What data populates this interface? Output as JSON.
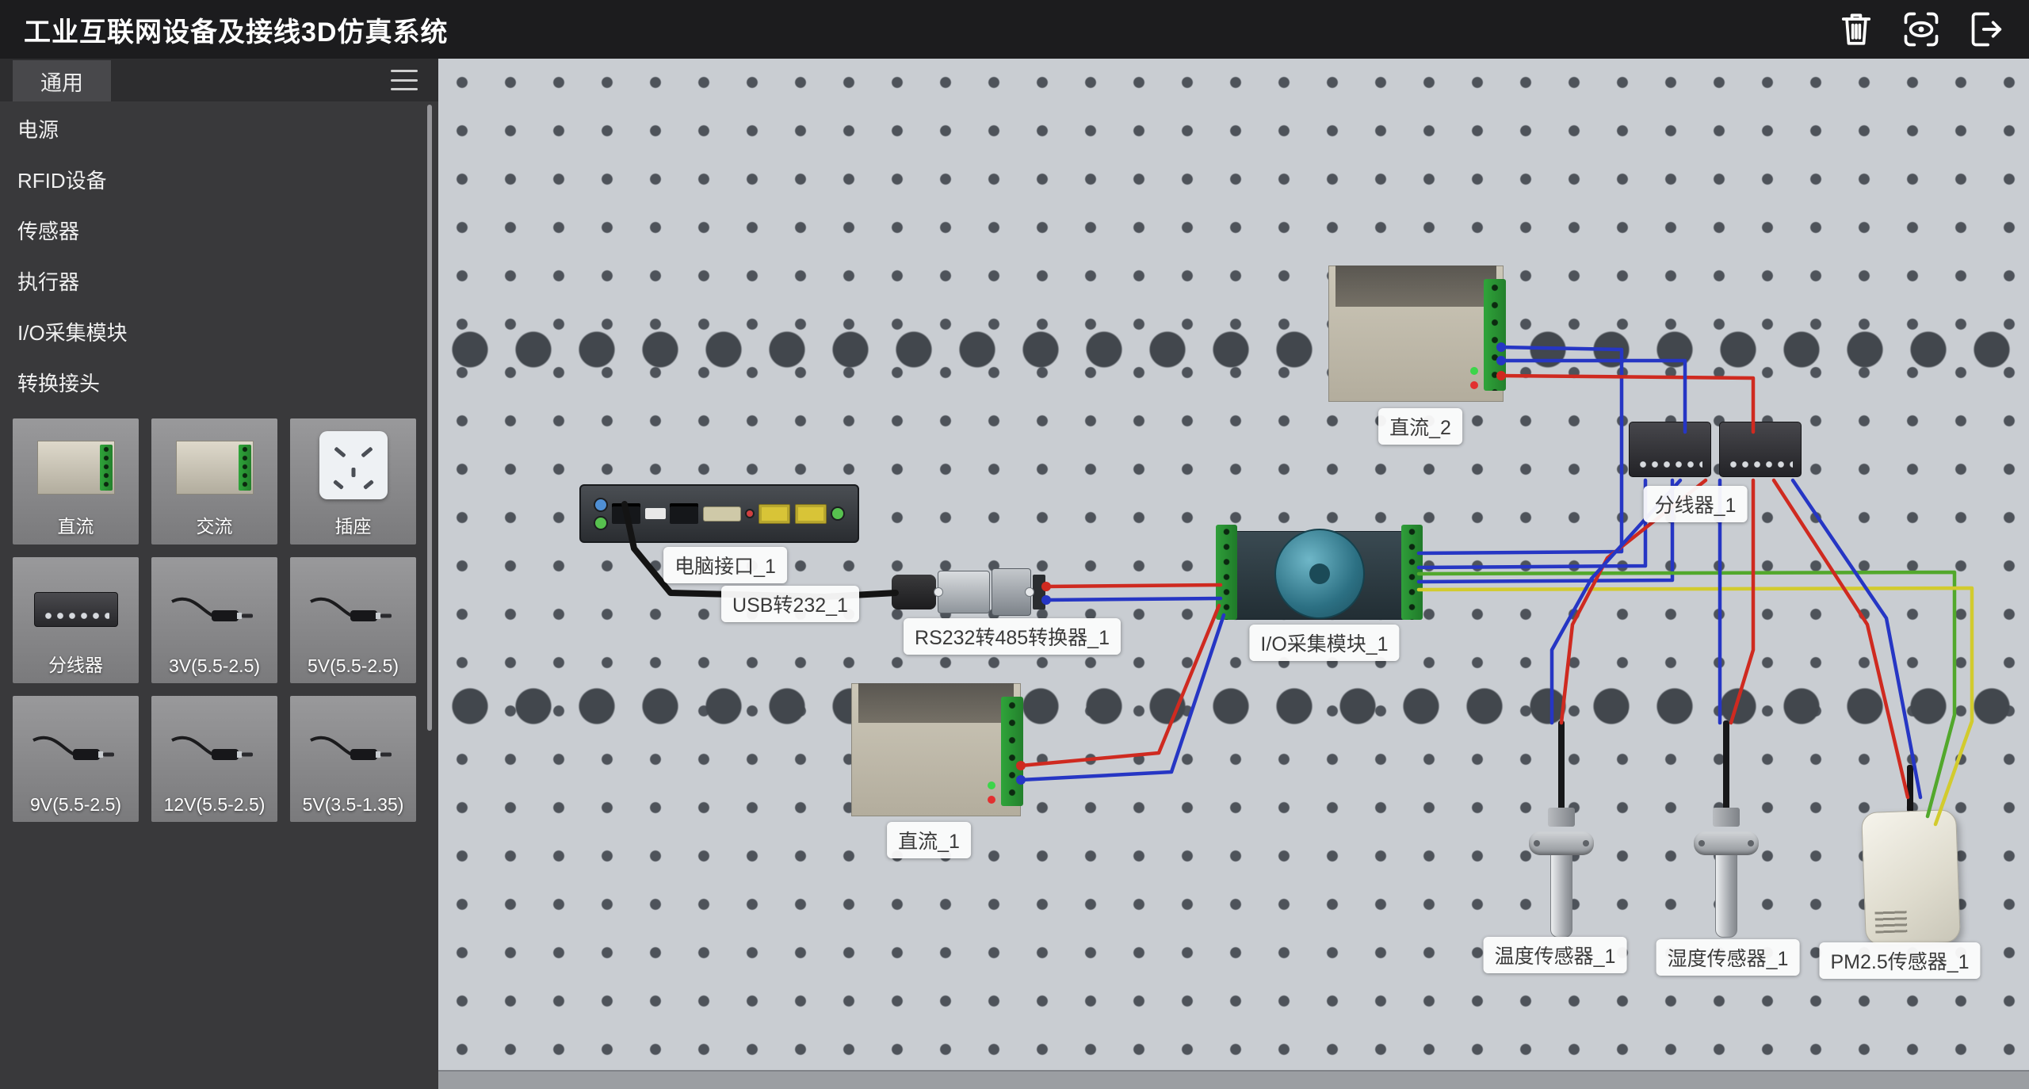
{
  "app": {
    "title": "工业互联网设备及接线3D仿真系统"
  },
  "topbar": {
    "tools": [
      {
        "name": "trash-icon"
      },
      {
        "name": "visibility-icon"
      },
      {
        "name": "exit-icon"
      }
    ]
  },
  "sidebar": {
    "tab_label": "通用",
    "categories": [
      {
        "label": "电源"
      },
      {
        "label": "RFID设备"
      },
      {
        "label": "传感器"
      },
      {
        "label": "执行器"
      },
      {
        "label": "I/O采集模块"
      },
      {
        "label": "转换接头"
      }
    ],
    "components": [
      {
        "label": "直流",
        "type": "dc-power"
      },
      {
        "label": "交流",
        "type": "ac-power"
      },
      {
        "label": "插座",
        "type": "socket"
      },
      {
        "label": "分线器",
        "type": "splitter"
      },
      {
        "label": "3V(5.5-2.5)",
        "type": "adapter"
      },
      {
        "label": "5V(5.5-2.5)",
        "type": "adapter"
      },
      {
        "label": "9V(5.5-2.5)",
        "type": "adapter"
      },
      {
        "label": "12V(5.5-2.5)",
        "type": "adapter"
      },
      {
        "label": "5V(3.5-1.35)",
        "type": "adapter"
      }
    ]
  },
  "canvas": {
    "devices": [
      {
        "label": "电脑接口_1",
        "type": "pc-interface"
      },
      {
        "label": "USB转232_1",
        "type": "usb-serial-adapter"
      },
      {
        "label": "RS232转485转换器_1",
        "type": "rs232-rs485-converter"
      },
      {
        "label": "I/O采集模块_1",
        "type": "io-module"
      },
      {
        "label": "直流_2",
        "type": "dc-power"
      },
      {
        "label": "分线器_1",
        "type": "splitter"
      },
      {
        "label": "直流_1",
        "type": "dc-power"
      },
      {
        "label": "温度传感器_1",
        "type": "temperature-sensor"
      },
      {
        "label": "湿度传感器_1",
        "type": "humidity-sensor"
      },
      {
        "label": "PM2.5传感器_1",
        "type": "pm25-sensor"
      }
    ]
  },
  "colors": {
    "wire_red": "#cf2a20",
    "wire_blue": "#2636c4",
    "wire_green": "#52a82c",
    "wire_yellow": "#d2cb2e",
    "terminal_green": "#2f9e3a",
    "topbar_bg": "#1c1c1e",
    "sidebar_bg": "#39393b",
    "canvas_bg": "#c9cdd2"
  }
}
